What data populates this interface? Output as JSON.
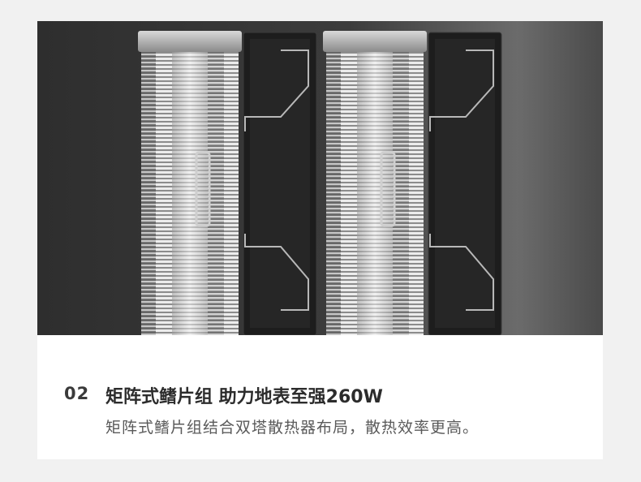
{
  "section": {
    "number": "02",
    "title": "矩阵式鳍片组 助力地表至强260W",
    "subtitle": "矩阵式鳍片组结合双塔散热器布局，散热效率更高。"
  },
  "colors": {
    "page_background": "#f1f1f1",
    "card_background": "#ffffff",
    "title_text": "#2c2c2c",
    "subtitle_text": "#5a5a5a"
  },
  "photo": {
    "subject": "dual-tower-cpu-cooler-fin-stack"
  }
}
